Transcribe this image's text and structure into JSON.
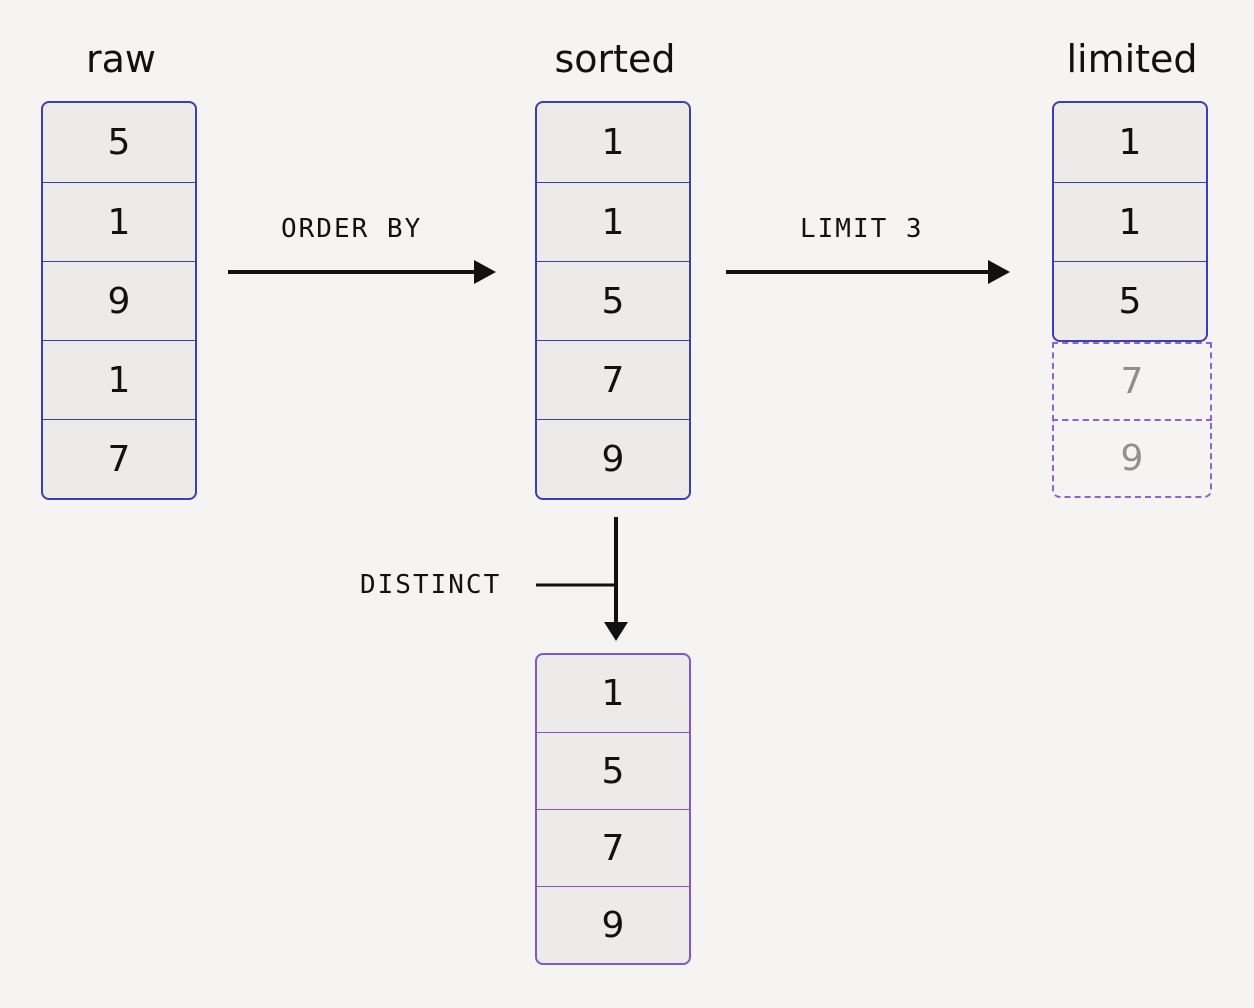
{
  "columns": {
    "raw": {
      "title": "raw",
      "values": [
        "5",
        "1",
        "9",
        "1",
        "7"
      ]
    },
    "sorted": {
      "title": "sorted",
      "values": [
        "1",
        "1",
        "5",
        "7",
        "9"
      ]
    },
    "limited": {
      "title": "limited",
      "values": [
        "1",
        "1",
        "5"
      ],
      "excluded": [
        "7",
        "9"
      ]
    },
    "distinct": {
      "values": [
        "1",
        "5",
        "7",
        "9"
      ]
    }
  },
  "operations": {
    "order_by": "ORDER BY",
    "limit": "LIMIT 3",
    "distinct": "DISTINCT"
  },
  "colors": {
    "stack_border": "#3b3fb6",
    "distinct_border": "#7e57d1",
    "excluded_border": "#8a63d6",
    "arrow": "#111111",
    "background": "#f5f4f2"
  }
}
